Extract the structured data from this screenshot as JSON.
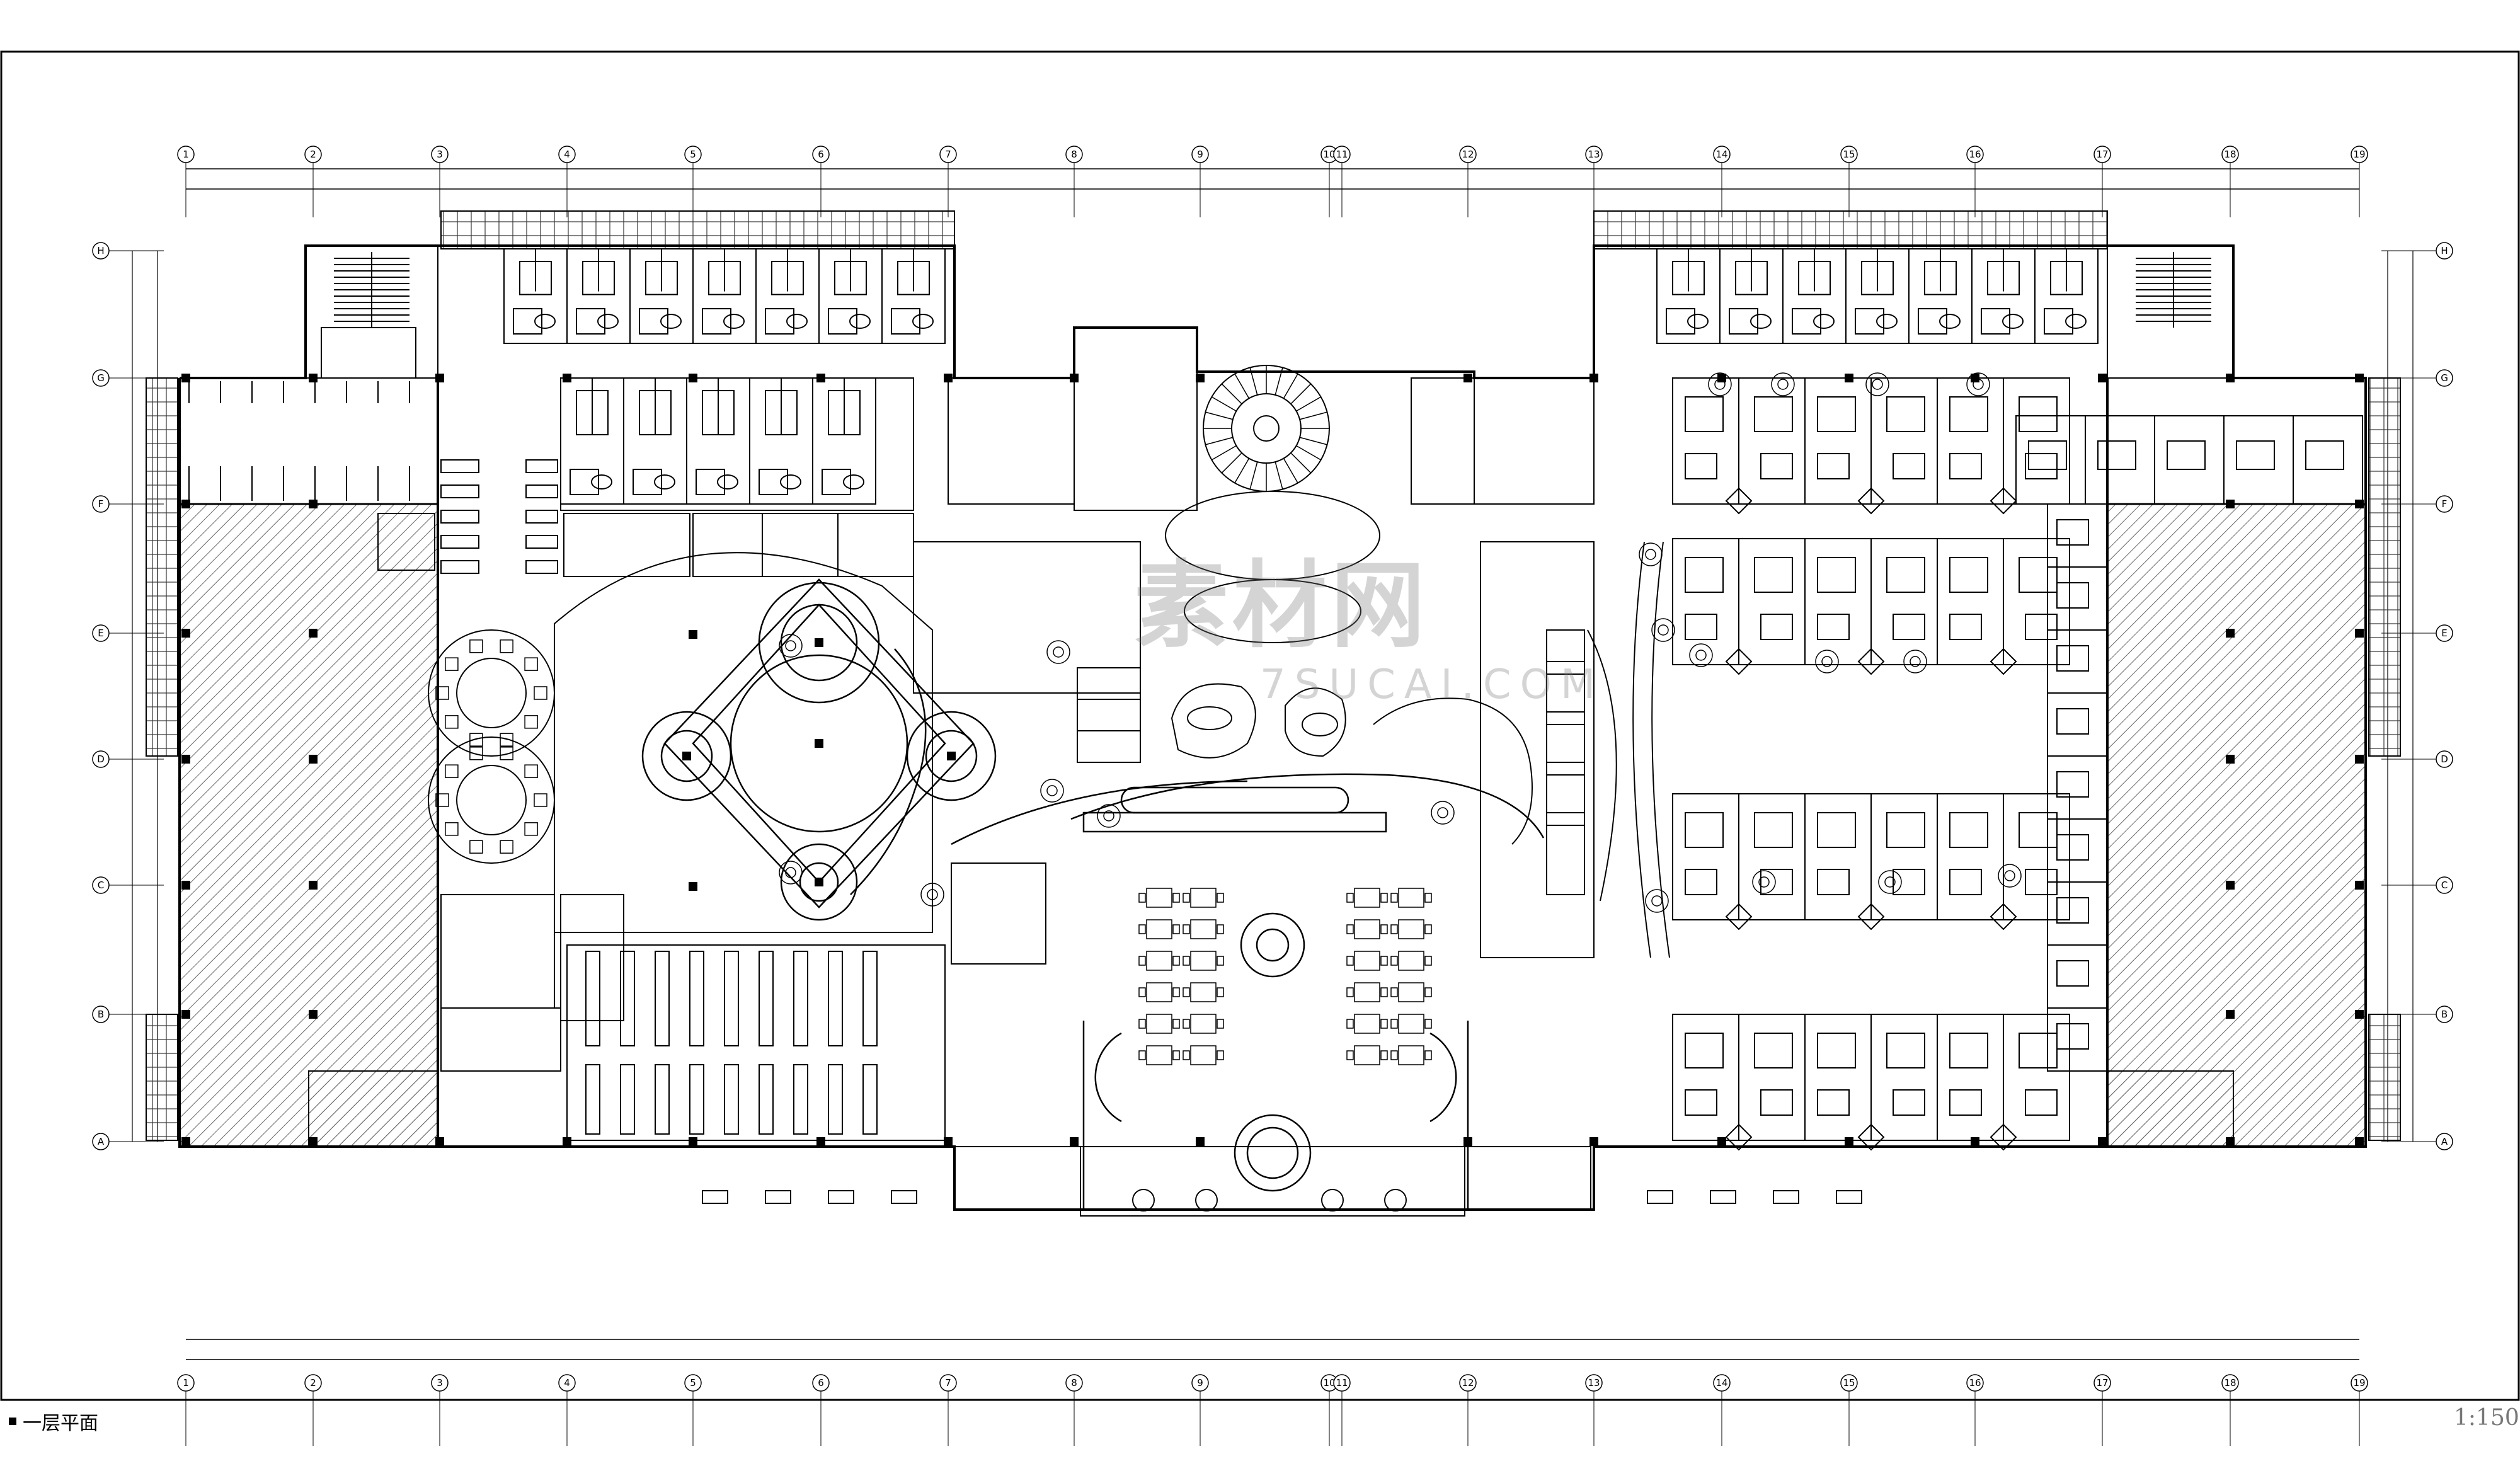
{
  "drawing": {
    "title": "一层平面",
    "scale": "1:150",
    "watermark": {
      "cn": "素材网",
      "en": "7SUCAI.COM"
    }
  },
  "grid": {
    "columns": [
      "1",
      "2",
      "3",
      "4",
      "5",
      "6",
      "7",
      "8",
      "9",
      "10",
      "11",
      "12",
      "13",
      "14",
      "15",
      "16",
      "17",
      "18",
      "19"
    ],
    "rows": [
      "H",
      "G",
      "F",
      "E",
      "D",
      "C",
      "B",
      "A"
    ]
  },
  "colors": {
    "line": "#000000",
    "hatch": "#555555",
    "paper": "#ffffff",
    "watermark": "#8a8a8a"
  }
}
